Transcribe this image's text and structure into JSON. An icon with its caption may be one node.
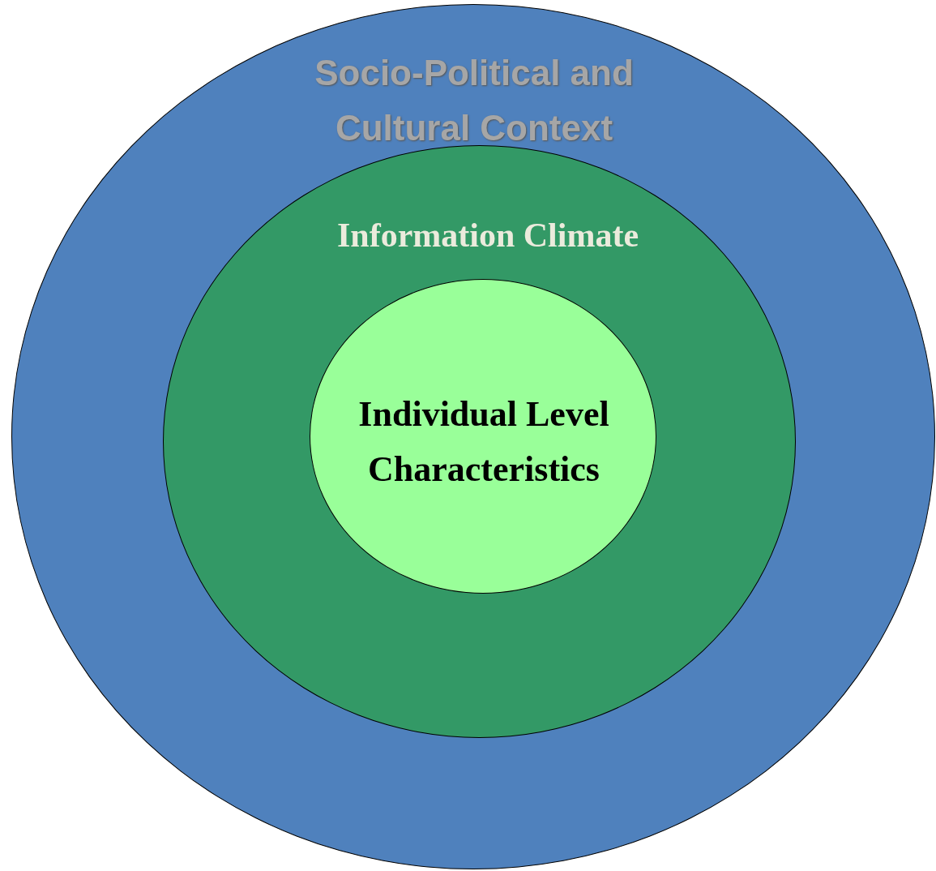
{
  "diagram": {
    "nodes": [
      {
        "text": [
          "Socio-Political and Cultural Context"
        ]
      },
      {
        "text": [
          "Information Climate"
        ],
        "in": 0
      },
      {
        "text": [
          "Individual Level Characteristics"
        ],
        "in": 1
      }
    ]
  }
}
